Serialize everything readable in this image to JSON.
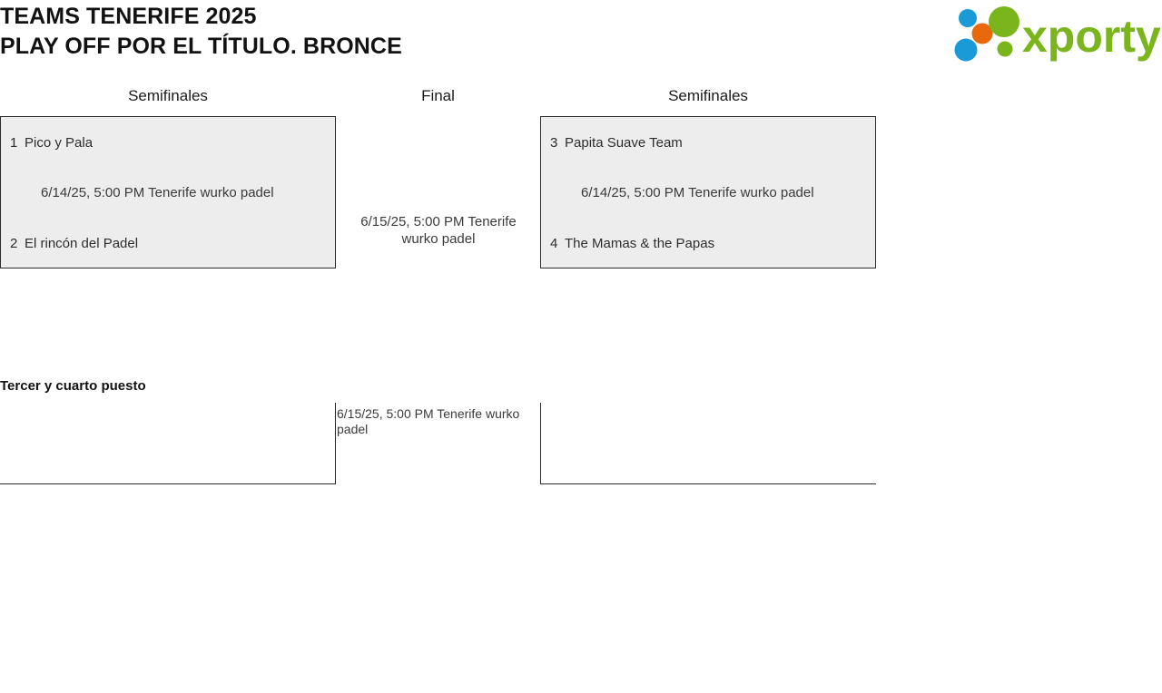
{
  "header": {
    "title_line1": "TEAMS TENERIFE 2025",
    "title_line2": "PLAY OFF POR EL TÍTULO. BRONCE",
    "logo_text": "xporty",
    "logo_colors": {
      "green": "#7ab51d",
      "blue": "#1a9bd7",
      "orange": "#e8690b"
    }
  },
  "rounds": {
    "left_label": "Semifinales",
    "center_label": "Final",
    "right_label": "Semifinales"
  },
  "bracket": {
    "semifinal_left": {
      "team_top": {
        "seed": "1",
        "name": "Pico y Pala"
      },
      "team_bottom": {
        "seed": "2",
        "name": "El rincón del Padel"
      },
      "match_info": "6/14/25, 5:00 PM Tenerife wurko padel"
    },
    "semifinal_right": {
      "team_top": {
        "seed": "3",
        "name": "Papita Suave Team"
      },
      "team_bottom": {
        "seed": "4",
        "name": "The Mamas & the Papas"
      },
      "match_info": "6/14/25, 5:00 PM Tenerife wurko padel"
    },
    "final": {
      "match_info": "6/15/25, 5:00 PM Tenerife wurko padel"
    }
  },
  "third_place": {
    "title": "Tercer y cuarto puesto",
    "match_info": "6/15/25, 5:00 PM Tenerife wurko padel"
  }
}
